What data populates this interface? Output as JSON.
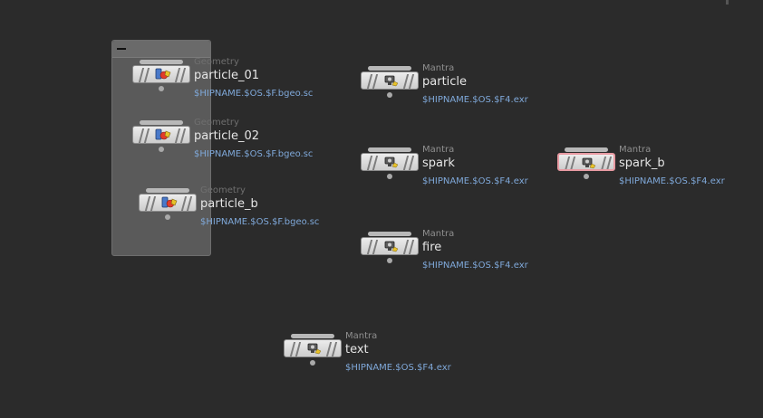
{
  "colors": {
    "background": "#2b2b2b",
    "netbox": "#5a5a5a",
    "path_text": "#7fa8d9",
    "selection": "#e89aa2"
  },
  "network": {
    "netbox": {
      "collapse_icon": "minus-icon",
      "nodes": [
        {
          "type": "Geometry",
          "name": "particle_01",
          "path": "$HIPNAME.$OS.$F.bgeo.sc",
          "icon": "geometry-rop-icon"
        },
        {
          "type": "Geometry",
          "name": "particle_02",
          "path": "$HIPNAME.$OS.$F.bgeo.sc",
          "icon": "geometry-rop-icon"
        },
        {
          "type": "Geometry",
          "name": "particle_b",
          "path": "$HIPNAME.$OS.$F.bgeo.sc",
          "icon": "geometry-rop-icon"
        }
      ]
    },
    "nodes": [
      {
        "type": "Mantra",
        "name": "particle",
        "path": "$HIPNAME.$OS.$F4.exr",
        "icon": "mantra-rop-icon"
      },
      {
        "type": "Mantra",
        "name": "spark",
        "path": "$HIPNAME.$OS.$F4.exr",
        "icon": "mantra-rop-icon"
      },
      {
        "type": "Mantra",
        "name": "spark_b",
        "path": "$HIPNAME.$OS.$F4.exr",
        "icon": "mantra-rop-icon",
        "selected": true
      },
      {
        "type": "Mantra",
        "name": "fire",
        "path": "$HIPNAME.$OS.$F4.exr",
        "icon": "mantra-rop-icon"
      },
      {
        "type": "Mantra",
        "name": "text",
        "path": "$HIPNAME.$OS.$F4.exr",
        "icon": "mantra-rop-icon"
      }
    ]
  }
}
